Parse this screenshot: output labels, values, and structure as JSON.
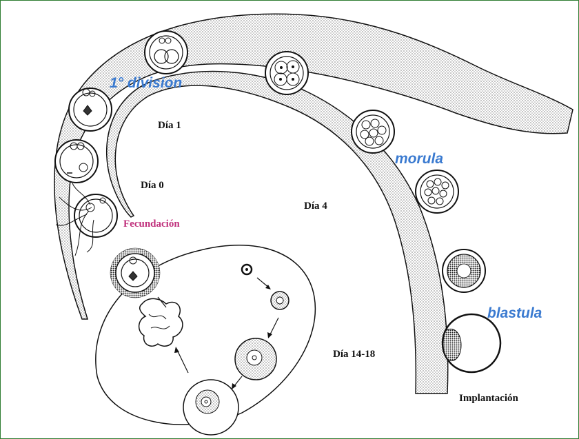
{
  "labels": {
    "division": "1° division",
    "morula": "morula",
    "blastula": "blastula",
    "dia1": "Día 1",
    "dia0": "Día 0",
    "dia4": "Día 4",
    "dia1418": "Día 14-18",
    "fecundacion": "Fecundación",
    "implantacion": "Implantación"
  },
  "colors": {
    "stage_label": "#3a7ad0",
    "fecundacion_label": "#c0307c",
    "frame": "#2e7d32",
    "line": "#111111",
    "stipple": "#8a8a8a"
  }
}
